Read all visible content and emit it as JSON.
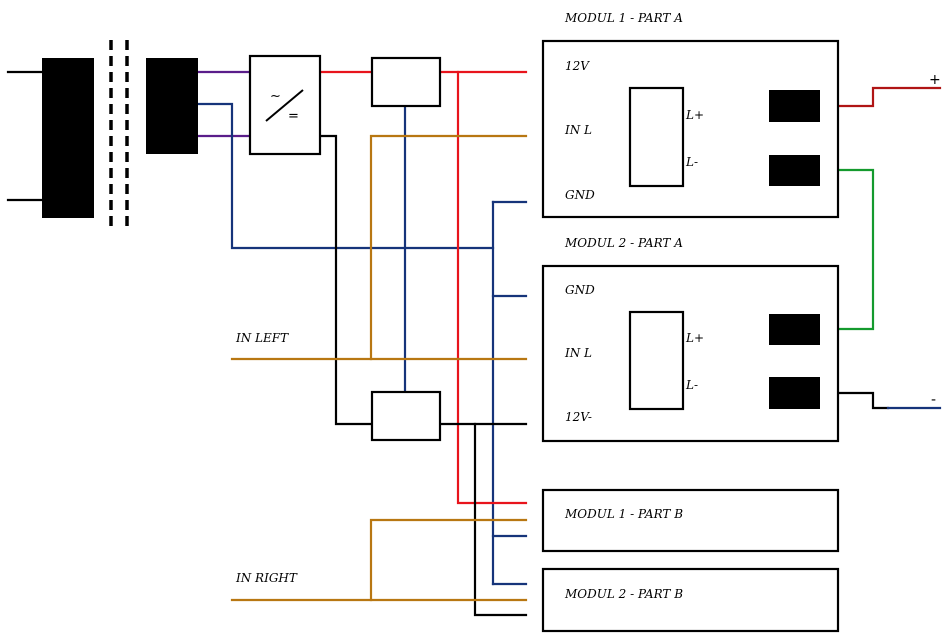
{
  "colors": {
    "red": "#e8141c",
    "dark_red": "#b01515",
    "orange": "#b87712",
    "navy": "#16347a",
    "blue": "#1b2fe6",
    "purple": "#5a1d8a",
    "green": "#149a2e",
    "black": "#000000"
  },
  "labels": {
    "modul1_part_a": "MODUL 1 - PART A",
    "modul2_part_a": "MODUL 2 - PART A",
    "modul1_part_b": "MODUL 1 - PART B",
    "modul2_part_b": "MODUL 2 - PART B",
    "in_left": "IN LEFT",
    "in_right": "IN RIGHT",
    "m1_12v": "12V",
    "m1_in_l": "IN L",
    "m1_gnd": "GND",
    "m1_l_plus": "L+",
    "m1_l_minus": "L-",
    "m2_gnd": "GND",
    "m2_in_l": "IN L",
    "m2_12v_minus": "12V-",
    "m2_l_plus": "L+",
    "m2_l_minus": "L-",
    "out_plus": "+",
    "out_minus": "-",
    "rectifier_ac": "~",
    "rectifier_dc": "="
  }
}
